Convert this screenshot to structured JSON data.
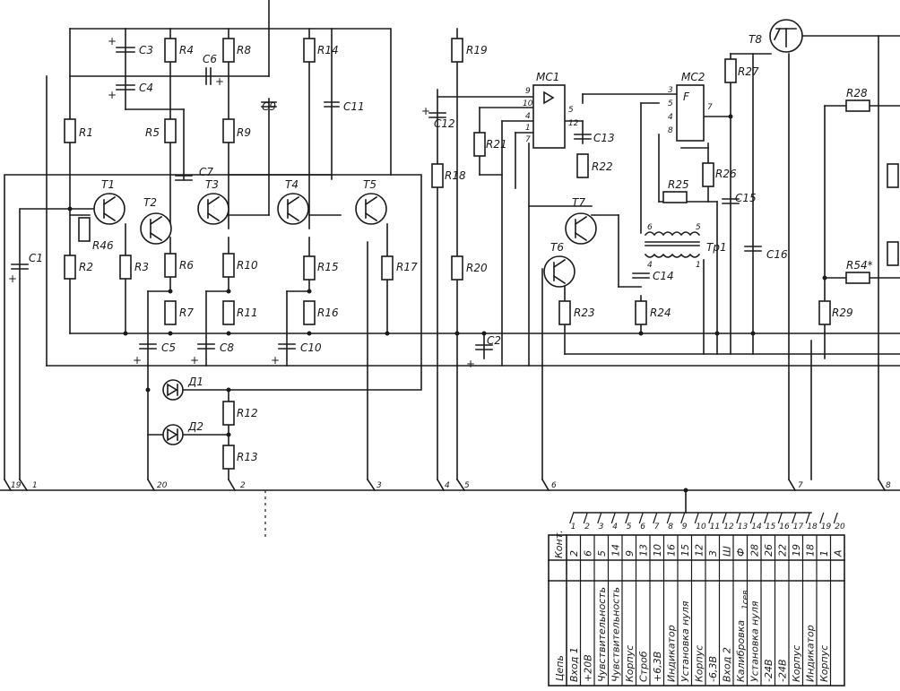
{
  "components": {
    "transistors": [
      "T1",
      "T2",
      "T3",
      "T4",
      "T5",
      "T6",
      "T7",
      "T8"
    ],
    "resistors": [
      "R1",
      "R2",
      "R3",
      "R4",
      "R5",
      "R6",
      "R7",
      "R8",
      "R9",
      "R10",
      "R11",
      "R12",
      "R13",
      "R14",
      "R15",
      "R16",
      "R17",
      "R18",
      "R19",
      "R20",
      "R21",
      "R22",
      "R23",
      "R24",
      "R25",
      "R26",
      "R27",
      "R28",
      "R29",
      "R46",
      "R54*"
    ],
    "capacitors": [
      "C1",
      "C2",
      "C3",
      "C4",
      "C5",
      "C6",
      "C7",
      "C8",
      "C9",
      "C10",
      "C11",
      "C12",
      "C13",
      "C14",
      "C15",
      "C16"
    ],
    "diodes": [
      "Д1",
      "Д2"
    ],
    "ics": [
      "MC1",
      "MC2"
    ],
    "transformer": "Tp1",
    "mc1_pins": [
      "9",
      "10",
      "4",
      "1",
      "7",
      "5",
      "12"
    ],
    "mc2_pins": [
      "3",
      "5",
      "4",
      "8",
      "7"
    ],
    "mc2_symbol": "F",
    "tp1_pins": [
      "6",
      "5",
      "4",
      "1"
    ]
  },
  "bus_terminals": [
    "19",
    "1",
    "20",
    "2",
    "3",
    "4",
    "5",
    "6",
    "7",
    "8"
  ],
  "connector_table": {
    "header": "Конт.",
    "circuit_header": "Цепь",
    "contacts": [
      "1",
      "2",
      "3",
      "4",
      "5",
      "6",
      "7",
      "8",
      "9",
      "10",
      "11",
      "12",
      "13",
      "14",
      "15",
      "16",
      "17",
      "18",
      "19",
      "20"
    ],
    "pins": [
      "2",
      "6",
      "5",
      "14",
      "9",
      "13",
      "10",
      "16",
      "15",
      "12",
      "3",
      "Ш",
      "Ф",
      "28",
      "26",
      "22",
      "19",
      "18",
      "1",
      "А"
    ],
    "circuits": [
      "Вход 1",
      "+20В",
      "Чувствительность",
      "Чувствительность",
      "Корпус",
      "Строб",
      "+6,3В",
      "Индикатор",
      "Установка нуля",
      "Корпус",
      "-6,3В",
      "Вход 2",
      "Калибровка",
      "Установка нуля",
      "-24В",
      "-24В",
      "Корпус",
      "Индикатор",
      "Корпус",
      ""
    ],
    "extra_note": "1сев"
  }
}
